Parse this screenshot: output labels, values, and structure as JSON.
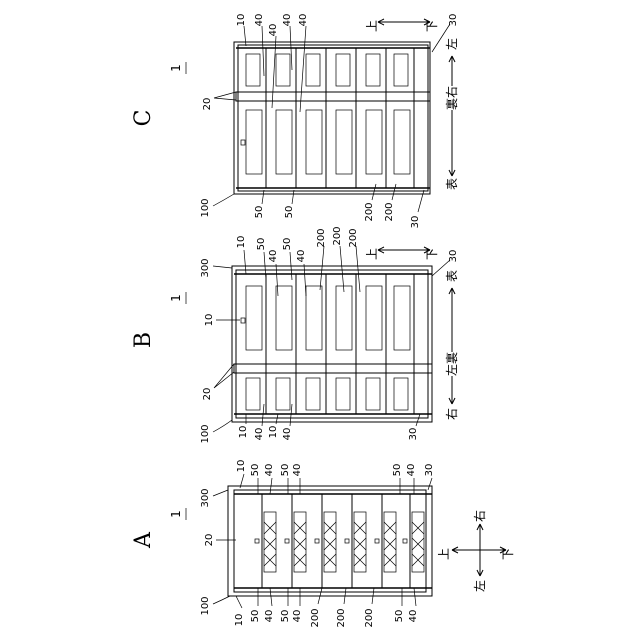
{
  "figures": {
    "A": {
      "title": "A",
      "figure_no": "1",
      "refs_top": [
        "300",
        "20",
        "100"
      ],
      "refs_right": [
        "10",
        "50",
        "40",
        "50",
        "40",
        "50",
        "40",
        "30"
      ],
      "refs_left": [
        "10",
        "50",
        "40",
        "50",
        "40",
        "200",
        "200",
        "200",
        "50",
        "40"
      ],
      "directions": {
        "up": "上",
        "down": "下",
        "left": "左",
        "right": "右"
      }
    },
    "B": {
      "title": "B",
      "figure_no": "1",
      "refs_top": [
        "300",
        "10",
        "20",
        "100"
      ],
      "refs_right": [
        "10",
        "50",
        "40",
        "50",
        "40",
        "200",
        "200",
        "200",
        "30"
      ],
      "refs_left": [
        "10",
        "40",
        "10",
        "40",
        "30"
      ],
      "directions": {
        "up": "上",
        "down": "下",
        "front": "表",
        "back_left": "左裏",
        "right": "右"
      }
    },
    "C": {
      "title": "C",
      "figure_no": "1",
      "refs_top": [
        "20",
        "100"
      ],
      "refs_right": [
        "10",
        "40",
        "40",
        "40",
        "40",
        "30"
      ],
      "refs_left": [
        "50",
        "50",
        "200",
        "200",
        "30"
      ],
      "directions": {
        "up": "上",
        "down": "下",
        "left": "左",
        "back_right": "裏右",
        "front": "表"
      }
    }
  },
  "colors": {
    "ink": "#000000",
    "paper": "#ffffff"
  }
}
